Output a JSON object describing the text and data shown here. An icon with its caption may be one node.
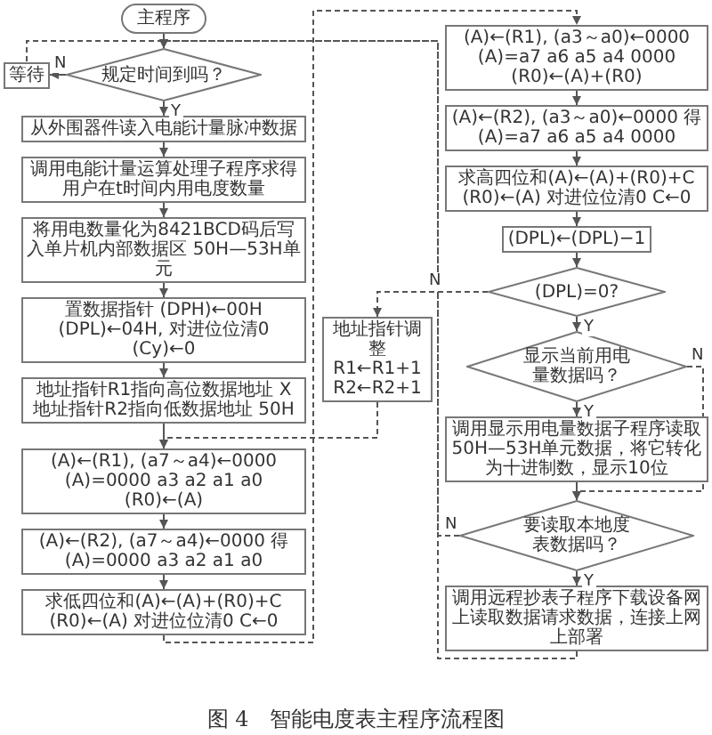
{
  "diagram": {
    "caption": "图 4　智能电度表主程序流程图",
    "nodes": [
      {
        "text": [
          "主程序"
        ]
      },
      {
        "text": [
          "等待"
        ]
      },
      {
        "text": [
          "规定时间到吗？"
        ]
      },
      {
        "text": [
          "从外围器件读入电能计量脉冲数据"
        ]
      },
      {
        "text": [
          "调用电能计量运算处理子程序求得用户在t时间内用电度数量"
        ]
      },
      {
        "text": [
          "将用电数量化为8421BCD码后写入单片机内部数据区 50H—53H单元"
        ]
      },
      {
        "text": [
          "置数据指针 (DPH)←00H (DPL)←04H, 对进位位清0 (Cy)←0"
        ]
      },
      {
        "text": [
          "地址指针R1指向高位数据地址 X 地址指针R2指向低数据地址 50H"
        ]
      },
      {
        "text": [
          "地址指针调整 R1←R1+1 R2←R2+1"
        ]
      },
      {
        "text": [
          "(A)←(R1), (a7～a4)←0000 (A)=0000 a3 a2 a1 a0 (R0)←(A)"
        ]
      },
      {
        "text": [
          "(A)←(R2), (a7～a4)←0000 得(A)=0000 a3 a2 a1 a0"
        ]
      },
      {
        "text": [
          "求低四位和(A)←(A)+(R0)+C (R0)←(A) 对进位位清0 C←0"
        ]
      },
      {
        "text": [
          "(A)←(R1), (a3～a0)←0000 (A)=a7 a6 a5 a4 0000 (R0)←(A)+(R0)"
        ]
      },
      {
        "text": [
          "(A)←(R2), (a3～a0)←0000 得(A)=a7 a6 a5 a4 0000"
        ]
      },
      {
        "text": [
          "求高四位和(A)←(A)+(R0)+C (R0)←(A) 对进位位清0 C←0"
        ]
      },
      {
        "text": [
          "(DPL)←(DPL)−1"
        ]
      },
      {
        "text": [
          "(DPL)=0?"
        ]
      },
      {
        "text": [
          "显示当前用电量数据吗？"
        ]
      },
      {
        "text": [
          "调用显示用电量数据子程序读取50H—53H单元数据，将它转化为十进制数，显示10位"
        ]
      },
      {
        "text": [
          "要读取本地度表数据吗？"
        ]
      },
      {
        "text": [
          "调用远程抄表子程序下载设备网上读取数据请求数据，连接上网上部署"
        ]
      }
    ],
    "edges": [
      {
        "from": 0,
        "to": 2,
        "arrow": "to"
      },
      {
        "from": 2,
        "to": 1,
        "arrow": "to",
        "label": "N"
      },
      {
        "from": 1,
        "to": 2,
        "arrow": "to",
        "style": "dashed"
      },
      {
        "from": 2,
        "to": 3,
        "arrow": "to",
        "label": "Y"
      },
      {
        "from": 3,
        "to": 4,
        "arrow": "to"
      },
      {
        "from": 4,
        "to": 5,
        "arrow": "to"
      },
      {
        "from": 5,
        "to": 6,
        "arrow": "to"
      },
      {
        "from": 6,
        "to": 7,
        "arrow": "to"
      },
      {
        "from": 7,
        "to": 9,
        "arrow": "to"
      },
      {
        "from": 9,
        "to": 10,
        "arrow": "to"
      },
      {
        "from": 10,
        "to": 11,
        "arrow": "to"
      },
      {
        "from": 11,
        "to": 12,
        "arrow": "to",
        "style": "dashed"
      },
      {
        "from": 12,
        "to": 13,
        "arrow": "to"
      },
      {
        "from": 13,
        "to": 14,
        "arrow": "to"
      },
      {
        "from": 14,
        "to": 15,
        "arrow": "to"
      },
      {
        "from": 15,
        "to": 16,
        "arrow": "to"
      },
      {
        "from": 16,
        "to": 8,
        "arrow": "to",
        "label": "N",
        "style": "dashed"
      },
      {
        "from": 8,
        "to": 9,
        "arrow": "to",
        "style": "dashed"
      },
      {
        "from": 16,
        "to": 17,
        "arrow": "to",
        "label": "Y"
      },
      {
        "from": 17,
        "to": 18,
        "arrow": "to",
        "label": "Y"
      },
      {
        "from": 17,
        "to": 19,
        "arrow": "to",
        "label": "N",
        "style": "dashed"
      },
      {
        "from": 18,
        "to": 19,
        "arrow": "to"
      },
      {
        "from": 19,
        "to": 2,
        "arrow": "to",
        "label": "N",
        "style": "dashed"
      },
      {
        "from": 19,
        "to": 20,
        "arrow": "to",
        "label": "Y"
      },
      {
        "from": 20,
        "to": 2,
        "arrow": "to",
        "style": "dashed"
      }
    ]
  }
}
